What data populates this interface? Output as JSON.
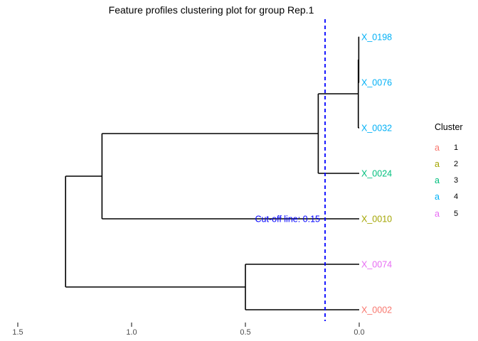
{
  "chart_data": {
    "type": "dendrogram",
    "title": "Feature profiles clustering plot for group Rep.1",
    "orientation": "horizontal_leaves_right",
    "xlabel": "",
    "grid": false,
    "axis": {
      "xlim": [
        1.5,
        0.0
      ],
      "ticks": [
        {
          "value": 1.5,
          "label": "1.5"
        },
        {
          "value": 1.0,
          "label": "1.0"
        },
        {
          "value": 0.5,
          "label": "0.5"
        },
        {
          "value": 0.0,
          "label": "0.0"
        }
      ]
    },
    "cutoff": {
      "value": 0.15,
      "label": "Cut-off line: 0.15"
    },
    "tree": {
      "h": 1.29,
      "children": [
        {
          "h": 1.13,
          "children": [
            {
              "h": 0.18,
              "children": [
                {
                  "h": 0.004,
                  "children": [
                    {
                      "h": 0.002,
                      "children": [
                        {
                          "leaf": "X_0198"
                        },
                        {
                          "leaf": "X_0076"
                        }
                      ]
                    },
                    {
                      "leaf": "X_0032"
                    }
                  ]
                },
                {
                  "leaf": "X_0024"
                }
              ]
            },
            {
              "leaf": "X_0010"
            }
          ]
        },
        {
          "h": 0.5,
          "children": [
            {
              "leaf": "X_0074"
            },
            {
              "leaf": "X_0002"
            }
          ]
        }
      ]
    },
    "leaves": [
      {
        "id": "X_0198",
        "cluster": 4
      },
      {
        "id": "X_0076",
        "cluster": 4
      },
      {
        "id": "X_0032",
        "cluster": 4
      },
      {
        "id": "X_0024",
        "cluster": 3
      },
      {
        "id": "X_0010",
        "cluster": 2
      },
      {
        "id": "X_0074",
        "cluster": 5
      },
      {
        "id": "X_0002",
        "cluster": 1
      }
    ],
    "cluster_colors": {
      "1": "#F8766D",
      "2": "#A3A500",
      "3": "#00BF7D",
      "4": "#00B0F6",
      "5": "#E76BF3"
    },
    "legend": {
      "title": "Cluster",
      "glyph": "a",
      "position": "right",
      "entries": [
        {
          "cluster": 1,
          "label": "1"
        },
        {
          "cluster": 2,
          "label": "2"
        },
        {
          "cluster": 3,
          "label": "3"
        },
        {
          "cluster": 4,
          "label": "4"
        },
        {
          "cluster": 5,
          "label": "5"
        }
      ]
    }
  },
  "colors": {
    "dendrogram_line": "#000000",
    "cutoff_blue": "#0000FF",
    "axis_tick": "#333333",
    "axis_text": "#4D4D4D",
    "title_text": "#000000",
    "background": "#FFFFFF"
  }
}
